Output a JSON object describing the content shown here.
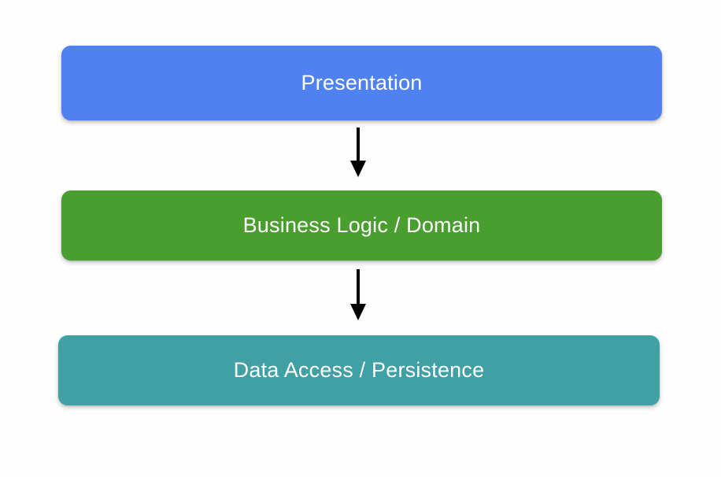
{
  "diagram": {
    "type": "layered-architecture-flow",
    "orientation": "vertical-top-down",
    "background_color": "#fefeff",
    "layers": [
      {
        "id": "presentation",
        "label": "Presentation",
        "fill_color": "#4f81f0",
        "text_color": "#ffffff"
      },
      {
        "id": "business-logic",
        "label": "Business Logic / Domain",
        "fill_color": "#4a9e2f",
        "text_color": "#ffffff"
      },
      {
        "id": "data-access",
        "label": "Data Access / Persistence",
        "fill_color": "#41a0a3",
        "text_color": "#ffffff"
      }
    ],
    "connectors": [
      {
        "id": "presentation-to-business",
        "from": "presentation",
        "to": "business-logic",
        "direction": "down",
        "color": "#000000",
        "icon": "down-arrow-icon"
      },
      {
        "id": "business-to-data",
        "from": "business-logic",
        "to": "data-access",
        "direction": "down",
        "color": "#000000",
        "icon": "down-arrow-icon"
      }
    ]
  }
}
